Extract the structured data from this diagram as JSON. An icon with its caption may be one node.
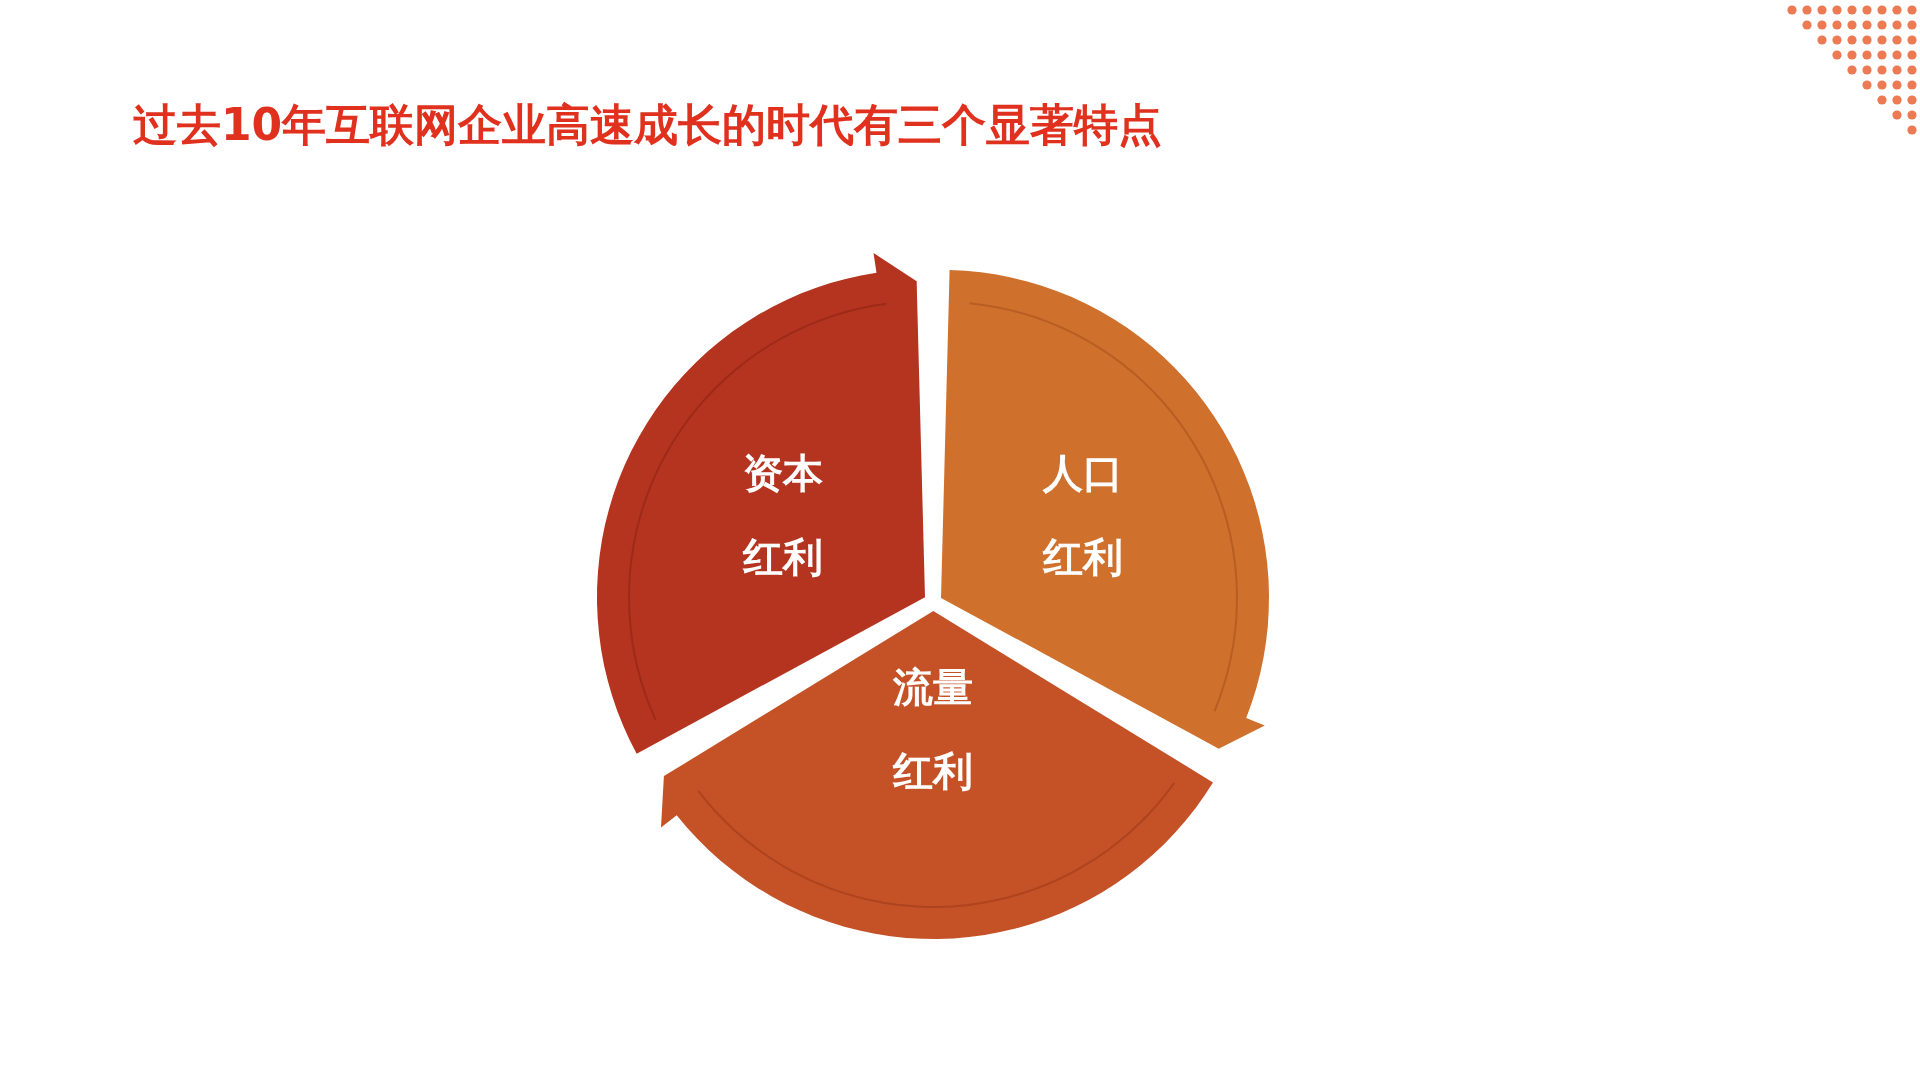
{
  "diagram": {
    "title": "过去10年互联网企业高速成长的时代有三个显著特点",
    "nodes": [
      {
        "text": [
          "资本红利"
        ]
      },
      {
        "text": [
          "人口红利"
        ]
      },
      {
        "text": [
          "流量红利"
        ]
      }
    ]
  }
}
